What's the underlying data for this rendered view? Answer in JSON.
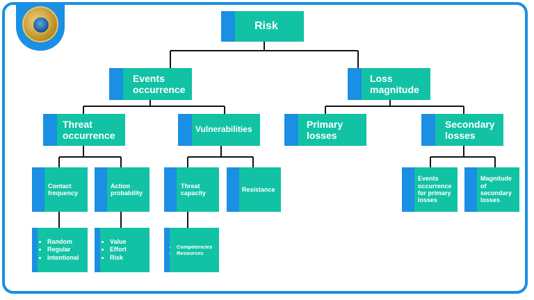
{
  "colors": {
    "teal": "#12c2a4",
    "blue": "#1a8fe3",
    "line": "#111111"
  },
  "logo": {
    "icon": "seal-logo-icon"
  },
  "nodes": {
    "risk": "Risk",
    "events_occurrence": "Events\noccurrence",
    "loss_magnitude": "Loss\nmagnitude",
    "threat_occurrence": "Threat\noccurrence",
    "vulnerabilities": "Vulnerabilities",
    "primary_losses": "Primary\nlosses",
    "secondary_losses": "Secondary\nlosses",
    "contact_frequency": "Contact\nfrequency",
    "action_probability": "Action\nprobability",
    "threat_capacity": "Threat\ncapacity",
    "resistance": "Resistance",
    "events_occurrence_primary": "Events\noccurrence\nfor primary\nlosses",
    "magnitude_secondary": "Magnitude\nof\nsecondary\nlosses"
  },
  "lists": {
    "contact_frequency_items": [
      "Random",
      "Regular",
      "Intentional"
    ],
    "action_probability_items": [
      "Value",
      "Effort",
      "Risk"
    ],
    "threat_capacity_items": [
      "Competencies",
      "Resources"
    ]
  }
}
